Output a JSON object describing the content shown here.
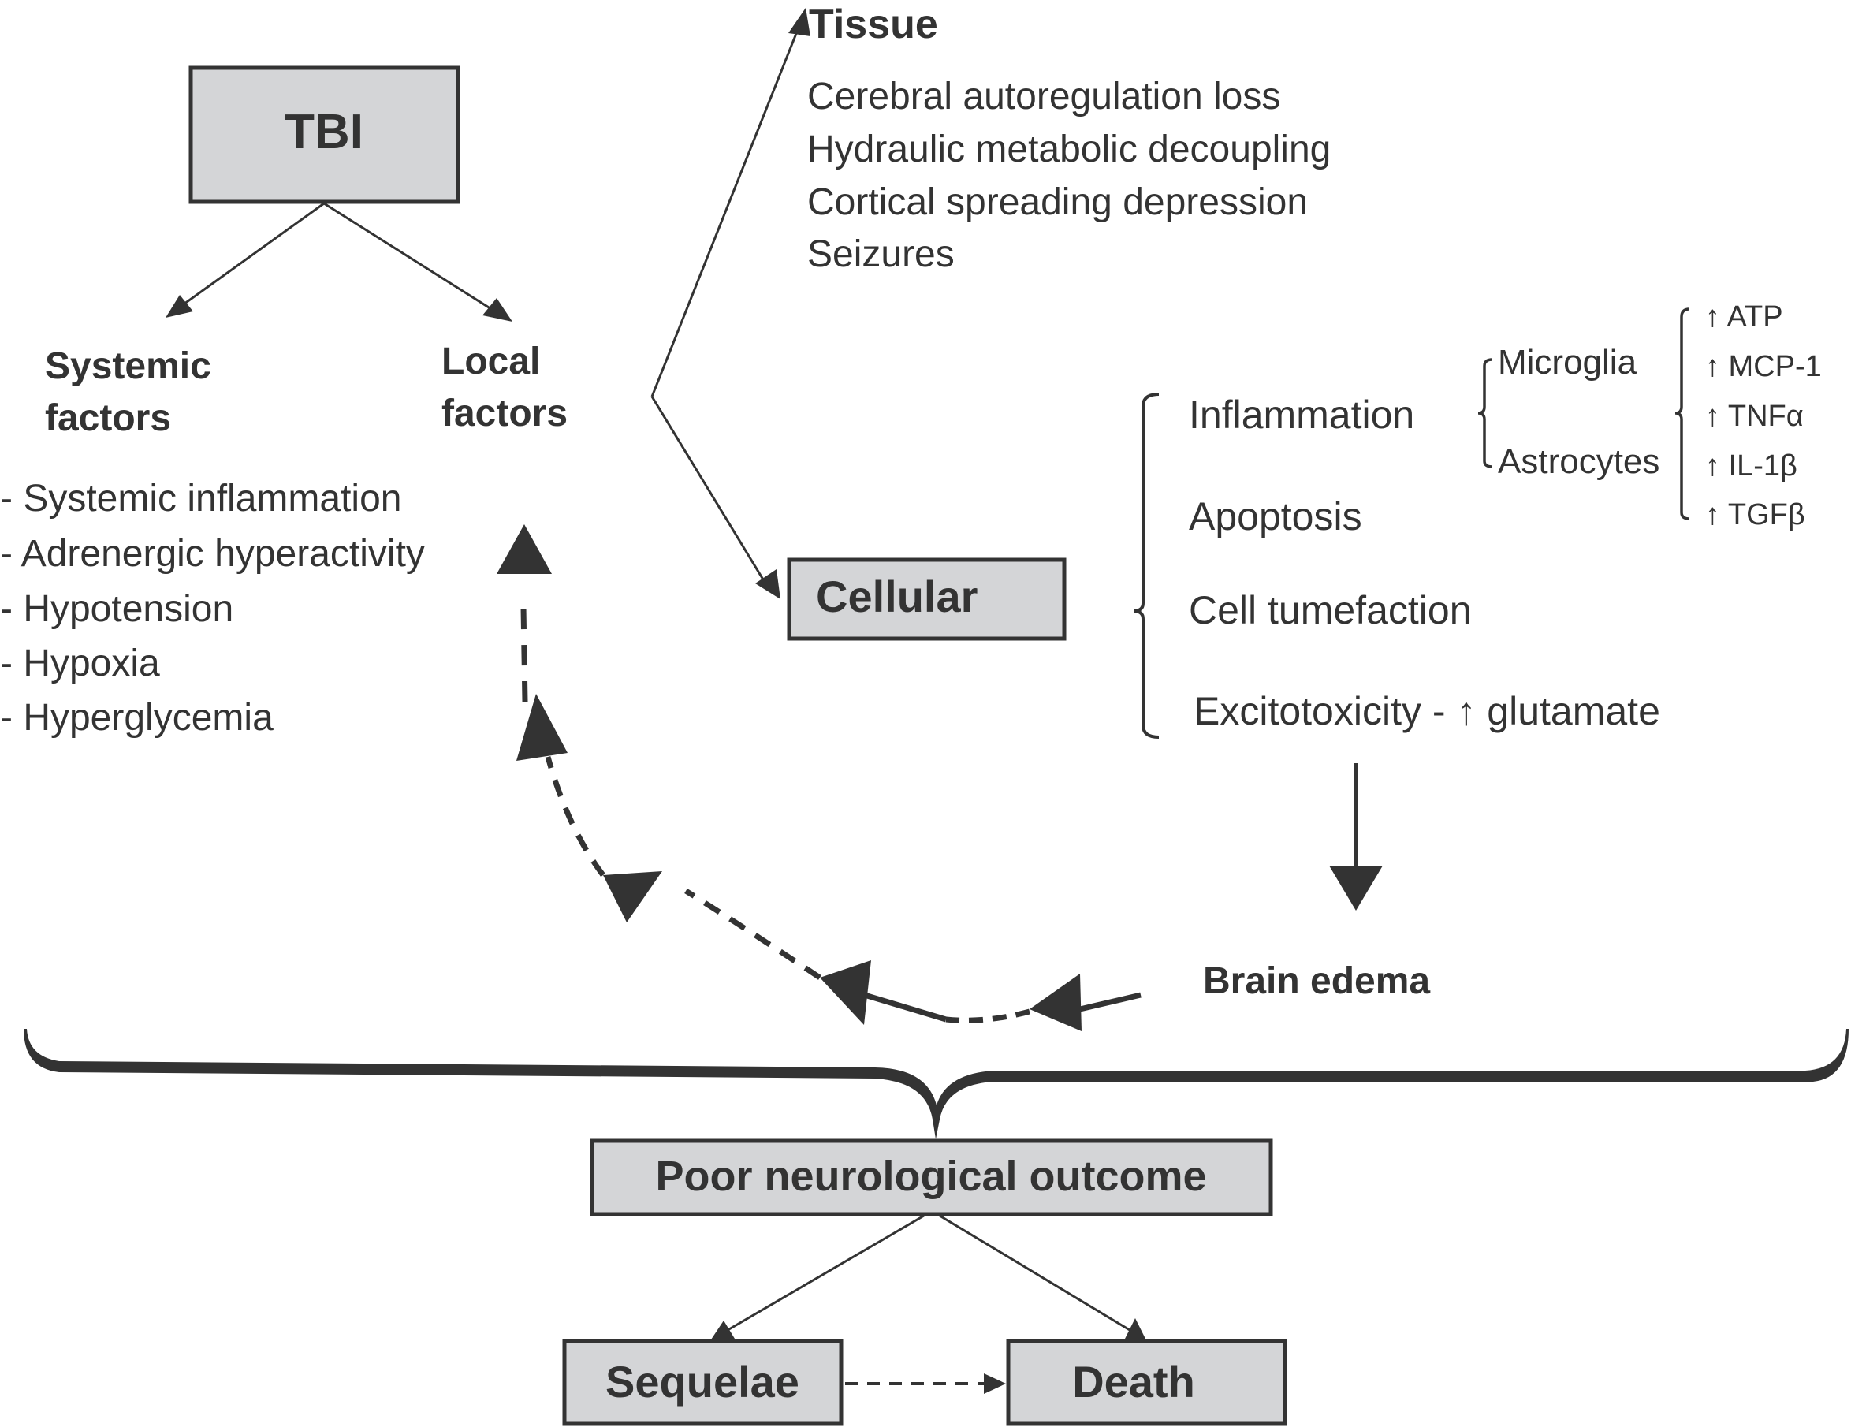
{
  "nodes": {
    "tbi": "TBI",
    "systemic_factors": [
      "Systemic",
      "factors"
    ],
    "local_factors": [
      "Local",
      "factors"
    ],
    "tissue": "Tissue",
    "cellular": "Cellular",
    "brain_edema": "Brain edema",
    "poor_outcome": "Poor neurological outcome",
    "sequelae": "Sequelae",
    "death": "Death"
  },
  "tissue_items": [
    "Cerebral autoregulation loss",
    "Hydraulic metabolic decoupling",
    "Cortical spreading depression",
    "Seizures"
  ],
  "systemic_items": [
    "- Systemic inflammation",
    "- Adrenergic hyperactivity",
    "- Hypotension",
    "- Hypoxia",
    "- Hyperglycemia"
  ],
  "cellular_items": [
    "Inflammation",
    "Apoptosis",
    "Cell tumefaction",
    "Excitotoxicity - ↑ glutamate"
  ],
  "glial_cells": [
    "Microglia",
    "Astrocytes"
  ],
  "mediators": [
    "↑ ATP",
    "↑ MCP-1",
    "↑ TNFα",
    "↑ IL-1β",
    "↑ TGFβ"
  ],
  "colors": {
    "ink": "#333333",
    "box_fill": "#d4d5d7",
    "background": "#ffffff"
  }
}
